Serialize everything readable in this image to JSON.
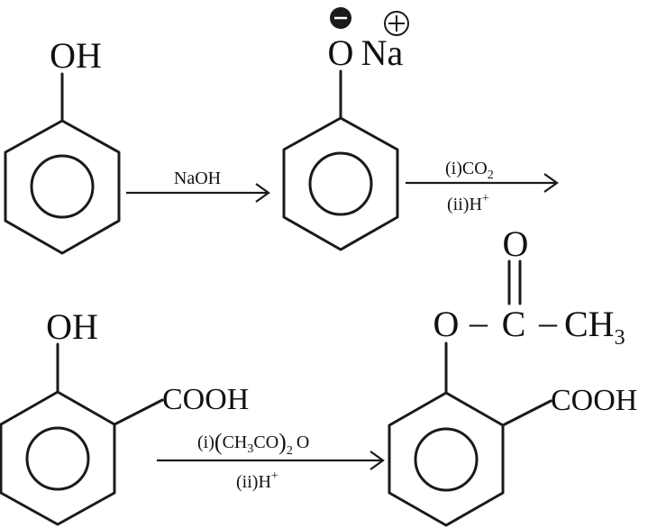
{
  "colors": {
    "ink": "#1a1a1a",
    "background": "#ffffff"
  },
  "mol1": {
    "oh": "OH"
  },
  "arrow1": {
    "reagent": "NaOH"
  },
  "mol2": {
    "o": "O",
    "na": "Na",
    "minus": "−",
    "plus": "+"
  },
  "arrow2": {
    "line1_prefix": "(i)",
    "line1_main": "CO",
    "line1_sub": "2",
    "line2_prefix": "(ii)",
    "line2_main": "H",
    "line2_sup": "+"
  },
  "mol3": {
    "oh": "OH",
    "cooh": "COOH"
  },
  "arrow3": {
    "line1_prefix": "(i)",
    "line1_paren_open": "(",
    "line1_ch": "CH",
    "line1_sub3": "3",
    "line1_co": "CO",
    "line1_paren_close": ")",
    "line1_sub2": "2",
    "line1_o": "O",
    "line2_prefix": "(ii)",
    "line2_main": "H",
    "line2_sup": "+"
  },
  "mol4": {
    "o_top": "O",
    "o_ester": "O",
    "dash1": "–",
    "c": "C",
    "dash2": "–",
    "ch": "CH",
    "sub3": "3",
    "cooh": "COOH"
  }
}
